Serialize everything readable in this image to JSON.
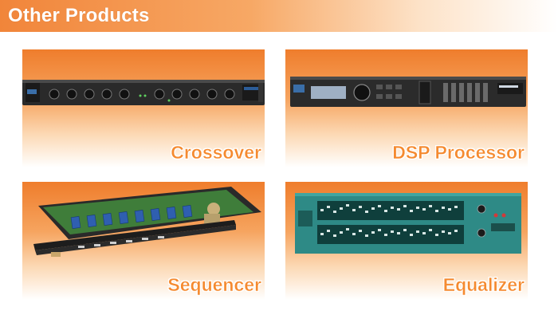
{
  "header": {
    "title": "Other Products"
  },
  "products": [
    {
      "label": "Crossover",
      "image": "crossover-rack-unit"
    },
    {
      "label": "DSP Processor",
      "image": "dsp-processor-rack-unit"
    },
    {
      "label": "Sequencer",
      "image": "sequencer-open-chassis"
    },
    {
      "label": "Equalizer",
      "image": "graphic-equalizer-rack-unit"
    }
  ],
  "colors": {
    "accent": "#f1853a",
    "label": "#f58a2f",
    "equalizer_panel": "#2e8a86"
  }
}
